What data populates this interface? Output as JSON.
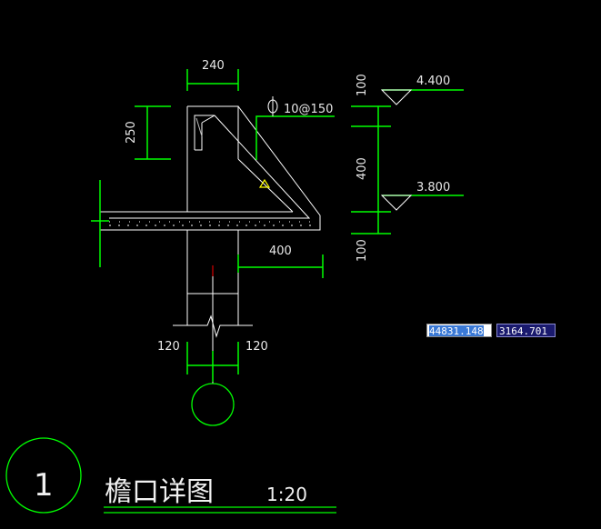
{
  "drawing": {
    "title": "檐口详图",
    "scale": "1:20",
    "detail_number": "1",
    "dimensions": {
      "top_width": "240",
      "upper_height": "250",
      "rebar": "10@150",
      "projection": "400",
      "left_thickness": "120",
      "right_thickness": "120",
      "right_top": "100",
      "right_middle": "400",
      "right_bottom": "100"
    },
    "elevations": {
      "top": "4.400",
      "lower": "3.800"
    }
  },
  "coordinates": {
    "x": "44831.148",
    "y": "3164.701"
  },
  "colors": {
    "background": "#000000",
    "outline": "#ffffff",
    "dimension": "#00ff00",
    "marker": "#ffff00",
    "center_mark": "#ff0000"
  }
}
